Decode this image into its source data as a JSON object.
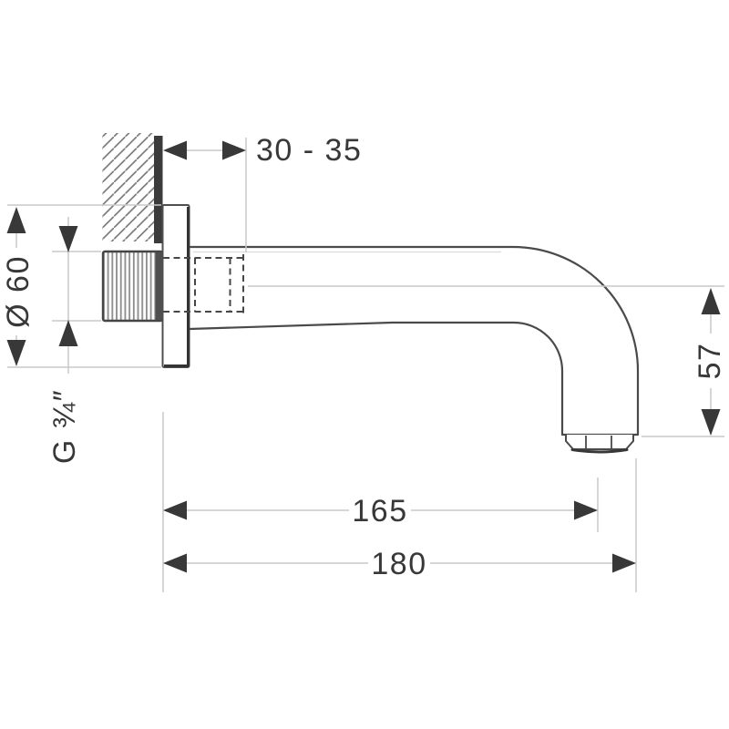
{
  "drawing": {
    "labels": {
      "wall_depth": "30 - 35",
      "escutcheon_diameter": "Ø 60",
      "thread_size": "G ¾″",
      "outlet_height": "57",
      "length_to_outlet_center": "165",
      "total_length": "180"
    },
    "colors": {
      "ink": "#383838",
      "outline": "#4a4a4a",
      "dimension_line": "#c8c8c8",
      "wall_fill": "#3b3b3b",
      "background": "#ffffff"
    }
  }
}
